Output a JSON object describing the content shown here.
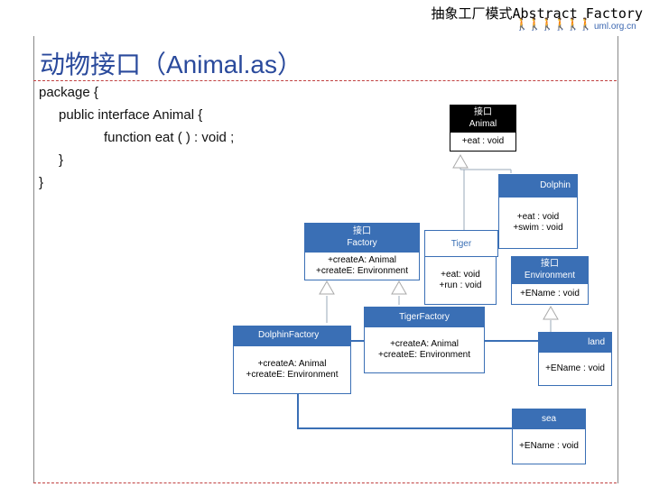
{
  "header": {
    "text": "抽象工厂模式Abstract Factory",
    "logo_site": "uml.org.cn",
    "logo_figures": "🚶🚶🚶🚶🚶🚶"
  },
  "title": "动物接口（Animal.as）",
  "code": {
    "line1": "package {",
    "line2": "public interface Animal {",
    "line3": "function eat ( ) : void ;",
    "line4": "}",
    "line5": "}"
  },
  "diagram": {
    "animal": {
      "stereotype": "接口",
      "name": "Animal",
      "ops": "+eat : void"
    },
    "dolphin": {
      "name": "Dolphin",
      "ops1": "+eat : void",
      "ops2": "+swim : void"
    },
    "factory": {
      "stereotype": "接口",
      "name": "Factory",
      "ops1": "+createA: Animal",
      "ops2": "+createE: Environment"
    },
    "tiger": {
      "name": "Tiger",
      "ops1": "+eat: void",
      "ops2": "+run : void"
    },
    "environment": {
      "stereotype": "接口",
      "name": "Environment",
      "ops": "+EName : void"
    },
    "tiger_factory": {
      "name": "TigerFactory",
      "ops1": "+createA: Animal",
      "ops2": "+createE: Environment"
    },
    "dolphin_factory": {
      "name": "DolphinFactory",
      "ops1": "+createA: Animal",
      "ops2": "+createE: Environment"
    },
    "land": {
      "name": "land",
      "ops": "+EName : void"
    },
    "sea": {
      "name": "sea",
      "ops": "+EName : void"
    }
  },
  "colors": {
    "class_header": "#3a6fb5",
    "interface_header": "#000000",
    "title": "#2a4a9c",
    "dashed_rule": "#c04040"
  }
}
